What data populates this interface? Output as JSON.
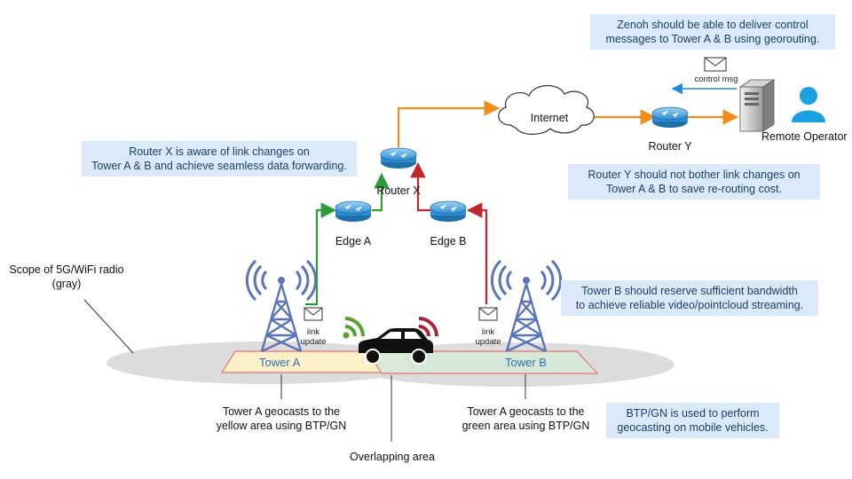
{
  "notes": {
    "zenoh": "Zenoh should be able to deliver control\nmessages to Tower A & B using georouting.",
    "router_x": "Router X is aware of link changes on\nTower A & B and achieve seamless data forwarding.",
    "router_y": "Router Y should not bother link changes on\nTower A & B to save re-routing cost.",
    "tower_b": "Tower B should reserve sufficient bandwidth\nto achieve reliable video/pointcloud streaming.",
    "btp": "BTP/GN is used to perform\ngeocasting on mobile vehicles."
  },
  "nodes": {
    "internet": "Internet",
    "router_y": "Router Y",
    "remote_operator": "Remote Operator",
    "router_x": "Router X",
    "edge_a": "Edge A",
    "edge_b": "Edge B",
    "control_msg": "control msg"
  },
  "towers": {
    "a": {
      "name": "Tower A",
      "msg": "link\nupdate",
      "caption": "Tower A geocasts to the\nyellow area using BTP/GN"
    },
    "b": {
      "name": "Tower B",
      "msg": "link\nupdate",
      "caption": "Tower A geocasts to the\ngreen area using BTP/GN"
    }
  },
  "scope_label": "Scope of 5G/WiFi radio\n(gray)",
  "overlap_label": "Overlapping area",
  "colors": {
    "note_bg": "#dbeafb",
    "orange_link": "#f28c1a",
    "green_link": "#2e9b3a",
    "red_link": "#c0282d",
    "tower": "#5a74b8",
    "yellow_area": "#fbf0c8",
    "green_area": "#d5ead7",
    "area_border": "#e8736e",
    "radio_scope": "#dcdcdc",
    "wifi_green": "#5aa02c",
    "wifi_red": "#a8243a",
    "operator_icon": "#1ba1e2"
  }
}
